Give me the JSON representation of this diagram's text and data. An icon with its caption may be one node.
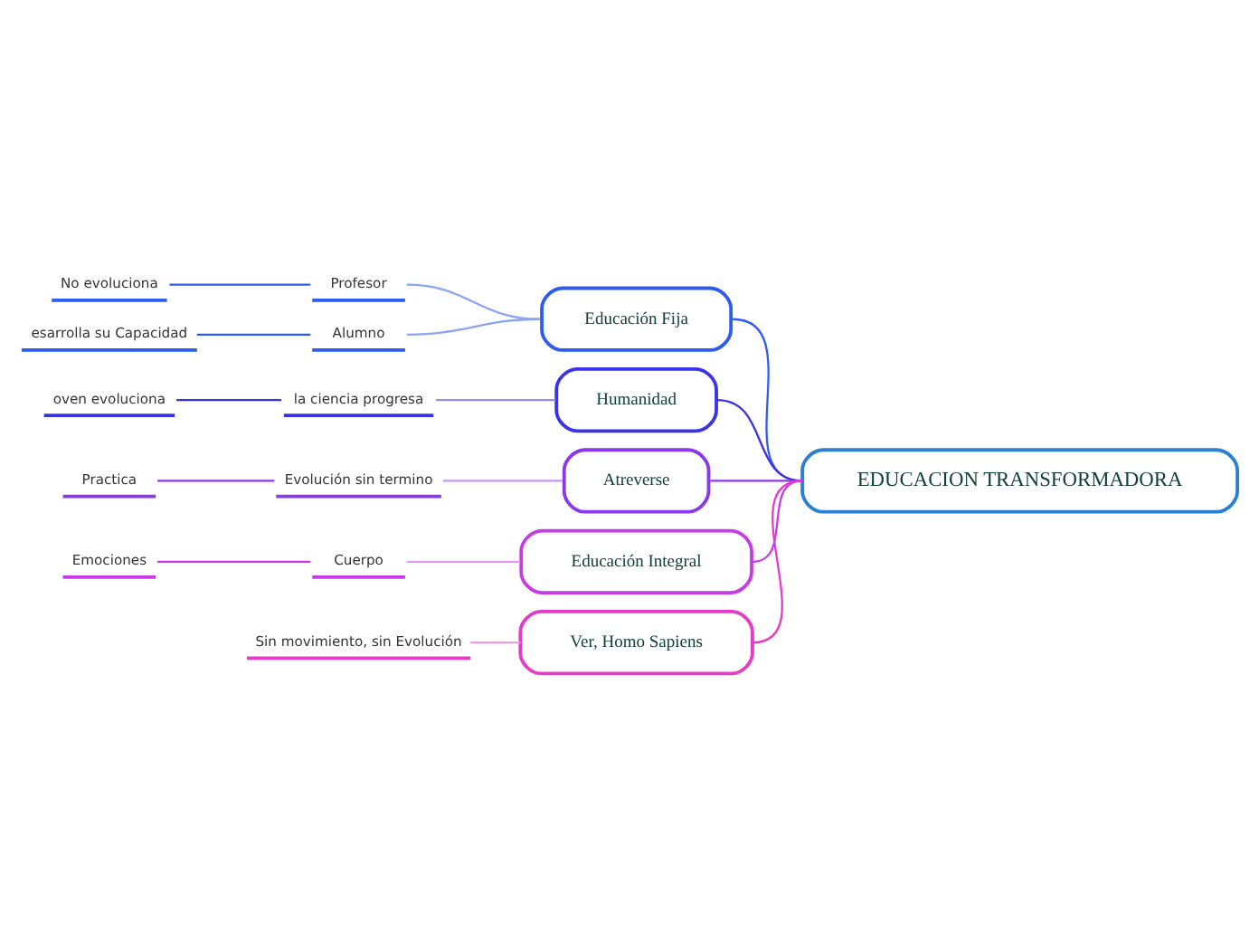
{
  "diagram": {
    "nodes": [
      {
        "text": [
          "EDUCACION TRANSFORMADORA"
        ]
      },
      {
        "text": [
          "Educación Fija"
        ]
      },
      {
        "text": [
          "Profesor"
        ]
      },
      {
        "text": [
          "No evoluciona"
        ]
      },
      {
        "text": [
          "Alumno"
        ]
      },
      {
        "text": [
          "esarrolla su Capacidad"
        ]
      },
      {
        "text": [
          "Humanidad"
        ]
      },
      {
        "text": [
          "la ciencia progresa"
        ]
      },
      {
        "text": [
          "oven evoluciona"
        ]
      },
      {
        "text": [
          "Atreverse"
        ]
      },
      {
        "text": [
          "Evolución sin termino"
        ]
      },
      {
        "text": [
          "Practica"
        ]
      },
      {
        "text": [
          "Educación Integral"
        ]
      },
      {
        "text": [
          "Cuerpo"
        ]
      },
      {
        "text": [
          "Emociones"
        ]
      },
      {
        "text": [
          "Ver, Homo Sapiens"
        ]
      },
      {
        "text": [
          "Sin movimiento, sin Evolución"
        ]
      }
    ],
    "edges": [
      {
        "from": 0,
        "to": 1,
        "arrow": "none",
        "color": "#2e5bf0"
      },
      {
        "from": 1,
        "to": 2,
        "arrow": "none",
        "color": "#8aa4f5"
      },
      {
        "from": 2,
        "to": 3,
        "arrow": "none",
        "color": "#2e5bf0"
      },
      {
        "from": 1,
        "to": 4,
        "arrow": "none",
        "color": "#8aa4f5"
      },
      {
        "from": 4,
        "to": 5,
        "arrow": "none",
        "color": "#2e5bf0"
      },
      {
        "from": 0,
        "to": 6,
        "arrow": "none",
        "color": "#3a32e6"
      },
      {
        "from": 6,
        "to": 7,
        "arrow": "none",
        "color": "#948ef0"
      },
      {
        "from": 7,
        "to": 8,
        "arrow": "none",
        "color": "#3a32e6"
      },
      {
        "from": 0,
        "to": 9,
        "arrow": "none",
        "color": "#8a38ec"
      },
      {
        "from": 9,
        "to": 10,
        "arrow": "none",
        "color": "#c49af5"
      },
      {
        "from": 10,
        "to": 11,
        "arrow": "none",
        "color": "#8a38ec"
      },
      {
        "from": 0,
        "to": 12,
        "arrow": "none",
        "color": "#c83ae8"
      },
      {
        "from": 12,
        "to": 13,
        "arrow": "none",
        "color": "#e49af3"
      },
      {
        "from": 13,
        "to": 14,
        "arrow": "none",
        "color": "#c83ae8"
      },
      {
        "from": 0,
        "to": 15,
        "arrow": "none",
        "color": "#e83ac8"
      },
      {
        "from": 15,
        "to": 16,
        "arrow": "none",
        "color": "#f39ae3"
      }
    ]
  }
}
